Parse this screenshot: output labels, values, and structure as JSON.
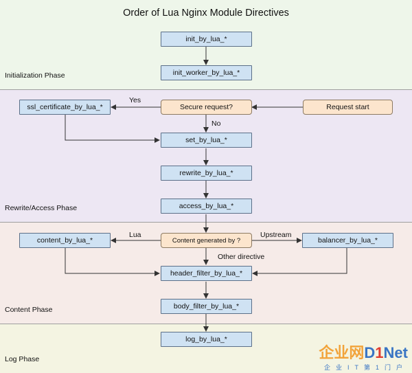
{
  "title": "Order of Lua Nginx Module Directives",
  "phases": {
    "init": "Initialization Phase",
    "rewrite": "Rewrite/Access Phase",
    "content": "Content Phase",
    "log": "Log Phase"
  },
  "colors": {
    "init_bg": "#eef6ea",
    "rewrite_bg": "#ede7f3",
    "content_bg": "#f6ebe8",
    "log_bg": "#f4f4e2",
    "directive_fill": "#cfe2f3",
    "decision_fill": "#fce5cd",
    "arrow": "#333333"
  },
  "nodes": {
    "init_by_lua": "init_by_lua_*",
    "init_worker_by_lua": "init_worker_by_lua_*",
    "ssl_certificate_by_lua": "ssl_certificate_by_lua_*",
    "secure_request": "Secure request?",
    "request_start": "Request start",
    "set_by_lua": "set_by_lua_*",
    "rewrite_by_lua": "rewrite_by_lua_*",
    "access_by_lua": "access_by_lua_*",
    "content_by_lua": "content_by_lua_*",
    "content_generated_by": "Content generated by ?",
    "balancer_by_lua": "balancer_by_lua_*",
    "header_filter_by_lua": "header_filter_by_lua_*",
    "body_filter_by_lua": "body_filter_by_lua_*",
    "log_by_lua": "log_by_lua_*"
  },
  "edge_labels": {
    "yes": "Yes",
    "no": "No",
    "lua": "Lua",
    "upstream": "Upstream",
    "other_directive": "Other directive"
  },
  "watermark": {
    "main_a": "企业网",
    "main_b": "D",
    "main_c": "1",
    "main_d": "Net",
    "sub": "企业IT第1门户"
  }
}
